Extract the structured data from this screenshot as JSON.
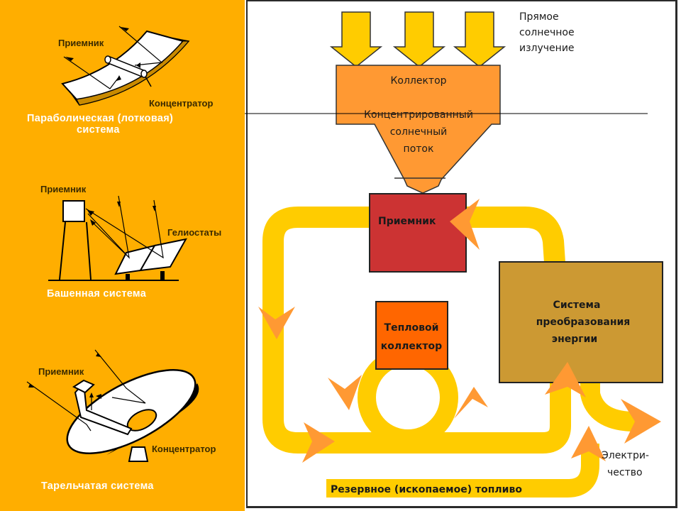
{
  "left_panel": {
    "background": "#FFAE00",
    "systems": [
      {
        "id": "parabolic",
        "caption_line1": "Параболическая (лотковая)",
        "caption_line2": "система",
        "labels": {
          "receiver": "Приемник",
          "concentrator": "Концентратор"
        }
      },
      {
        "id": "tower",
        "caption_line1": "Башенная система",
        "labels": {
          "receiver": "Приемник",
          "heliostats": "Гелиостаты"
        }
      },
      {
        "id": "dish",
        "caption_line1": "Тарельчатая система",
        "labels": {
          "receiver": "Приемник",
          "concentrator": "Концентратор"
        }
      }
    ]
  },
  "diagram": {
    "direct_radiation": {
      "line1": "Прямое",
      "line2": "солнечное",
      "line3": "излучение"
    },
    "collector": {
      "title": "Коллектор",
      "flow_line1": "Концентрированный",
      "flow_line2": "солнечный",
      "flow_line3": "поток"
    },
    "receiver": {
      "label": "Приемник"
    },
    "thermal_collector": {
      "line1": "Тепловой",
      "line2": "коллектор"
    },
    "conversion_system": {
      "line1": "Система",
      "line2": "преобразования",
      "line3": "энергии"
    },
    "electricity": {
      "line1": "Электри-",
      "line2": "чество"
    },
    "backup_fuel": {
      "label": "Резервное (ископаемое) топливо"
    },
    "colors": {
      "sun_arrow": "#FFCC00",
      "collector": "#FF9933",
      "receiver": "#CC3333",
      "thermal_collector": "#FF6600",
      "conversion": "#CC9933",
      "flow_pipe": "#FFCC00",
      "flow_arrow": "#FF9933"
    }
  }
}
